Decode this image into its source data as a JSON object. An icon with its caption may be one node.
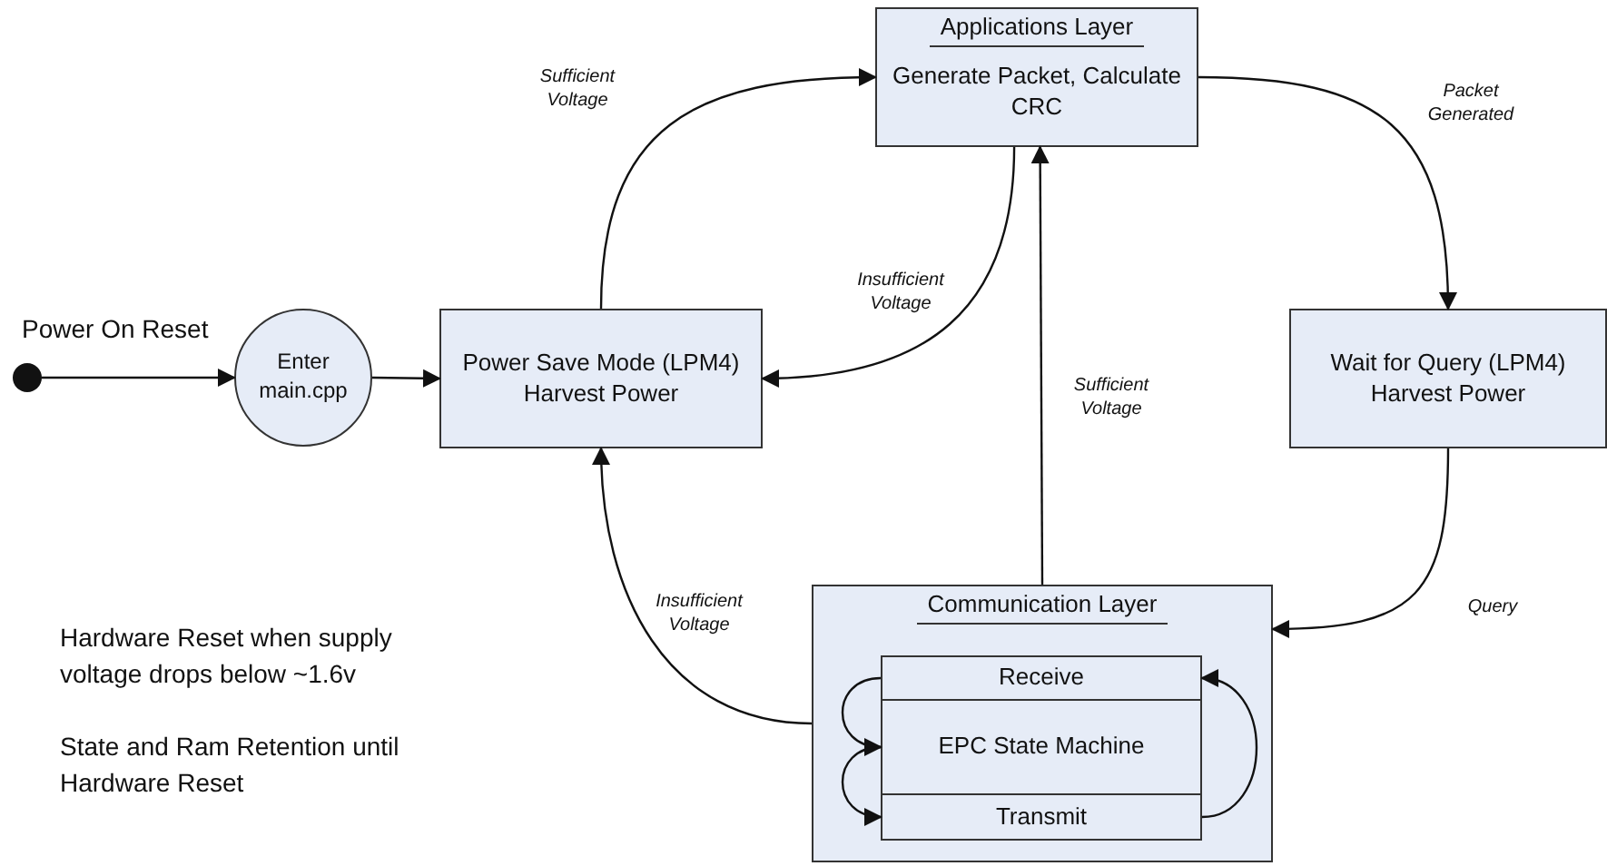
{
  "diagram": {
    "nodes": [
      {
        "text": [],
        "shape": "circle",
        "beside": [
          "Power On Reset"
        ]
      },
      {
        "text": [
          "Enter main.cpp"
        ]
      },
      {
        "text": [
          "Power Save Mode (LPM4) Harvest Power"
        ]
      },
      {
        "text": [
          "Applications Layer",
          "Generate Packet, Calculate CRC"
        ]
      },
      {
        "text": [
          "Wait for Query (LPM4) Harvest Power"
        ]
      },
      {
        "text": [
          "Communication Layer"
        ]
      },
      {
        "text": [
          "Receive"
        ],
        "in": 5
      },
      {
        "text": [
          "EPC State Machine"
        ],
        "in": 5
      },
      {
        "text": [
          "Transmit"
        ],
        "in": 5
      }
    ],
    "edges": [
      {
        "from": 0,
        "to": 1,
        "arrow": "to"
      },
      {
        "from": 1,
        "to": 2,
        "arrow": "to"
      },
      {
        "from": 2,
        "to": 3,
        "arrow": "to",
        "label": "Sufficient Voltage"
      },
      {
        "from": 3,
        "to": 2,
        "arrow": "to",
        "label": "Insufficient Voltage"
      },
      {
        "from": 3,
        "to": 4,
        "arrow": "to",
        "label": "Packet Generated"
      },
      {
        "from": 4,
        "to": 5,
        "arrow": "to",
        "label": "Query"
      },
      {
        "from": 5,
        "to": 3,
        "arrow": "to",
        "label": "Sufficient Voltage"
      },
      {
        "from": 5,
        "to": 2,
        "arrow": "to",
        "label": "Insufficient Voltage"
      },
      {
        "from": 6,
        "to": 7,
        "arrow": "to"
      },
      {
        "from": 7,
        "to": 8,
        "arrow": "to"
      },
      {
        "from": 8,
        "to": 6,
        "arrow": "to"
      }
    ],
    "labels": [
      "Hardware Reset when supply voltage drops below ~1.6v",
      "State and Ram Retention until Hardware Reset"
    ]
  }
}
